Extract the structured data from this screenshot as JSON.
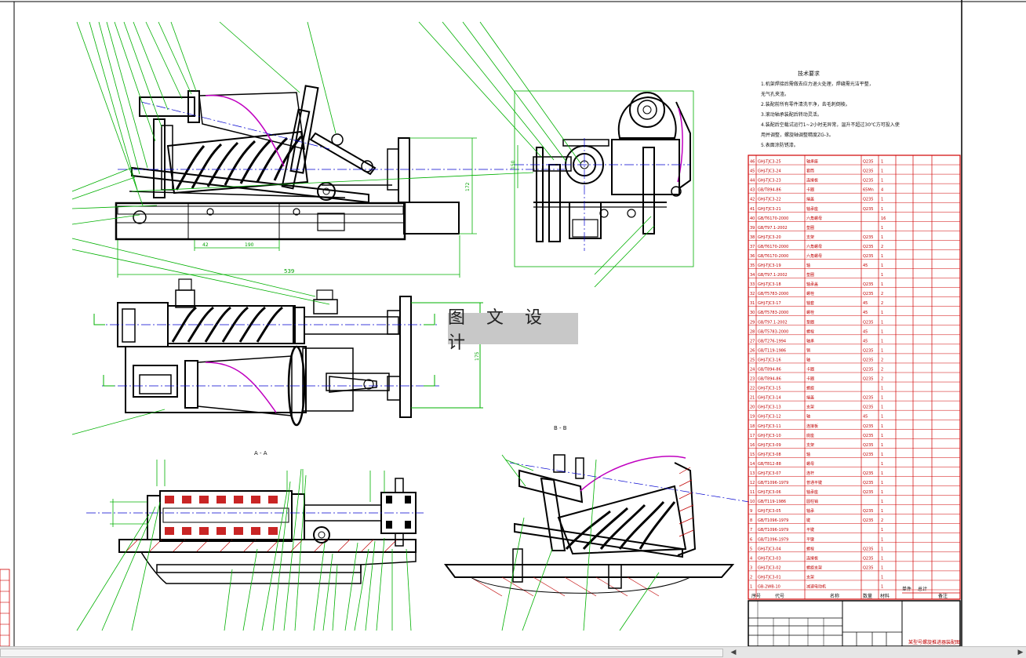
{
  "watermark": "图 文 设 计",
  "section_labels": [
    "A - A",
    "B - B"
  ],
  "notes": {
    "heading": "技术要求",
    "lines": [
      "1.机架焊接后需做去应力退火处理，焊缝需光洁平整，",
      "无气孔夹渣。",
      "2.装配前所有零件清洗干净，去毛刺倒棱。",
      "3.滚动轴承装配后转动灵活。",
      "4.装配后空载试运行1~2小时无异常，温升不超过30℃方可投入使",
      "用并调整，螺旋轴调整精度ZG-3。",
      "5.表面涂防锈漆。"
    ]
  },
  "dimensions": {
    "overall_length": "539",
    "d42": "42",
    "d190": "190",
    "height_right": "172",
    "plan_height": "175",
    "side_small": "150"
  },
  "bom_rows": [
    [
      "46",
      "GHJ-TJC3-25",
      "轴承座",
      "Q235",
      "1"
    ],
    [
      "45",
      "GHJ-TJC3-24",
      "套筒",
      "Q235",
      "1"
    ],
    [
      "44",
      "GHJ-TJC3-23",
      "连接板",
      "Q235",
      "1"
    ],
    [
      "43",
      "GB/T894-86",
      "卡圈",
      "65Mn",
      "4"
    ],
    [
      "42",
      "GHJ-TJC3-22",
      "端盖",
      "Q235",
      "1"
    ],
    [
      "41",
      "GHJ-TJC3-21",
      "轴承座",
      "Q235",
      "1"
    ],
    [
      "40",
      "GB/T6170-2000",
      "六角螺母",
      "",
      "16"
    ],
    [
      "39",
      "GB/T97.1-2002",
      "垫圈",
      "",
      "1"
    ],
    [
      "38",
      "GHJ-TJC3-20",
      "支架",
      "Q235",
      "1"
    ],
    [
      "37",
      "GB/T6170-2000",
      "六角螺母",
      "Q235",
      "2"
    ],
    [
      "36",
      "GB/T6170-2000",
      "六角螺母",
      "Q235",
      "1"
    ],
    [
      "35",
      "GHJ-TJC3-19",
      "轴",
      "45",
      "1"
    ],
    [
      "34",
      "GB/T97.1-2002",
      "垫圈",
      "",
      "1"
    ],
    [
      "33",
      "GHJ-TJC3-18",
      "轴承盖",
      "Q235",
      "1"
    ],
    [
      "32",
      "GB/T5783-2000",
      "螺栓",
      "Q235",
      "2"
    ],
    [
      "31",
      "GHJ-TJC3-17",
      "轴套",
      "45",
      "2"
    ],
    [
      "30",
      "GB/T5783-2000",
      "螺栓",
      "45",
      "1"
    ],
    [
      "29",
      "GB/T97.1-2002",
      "垫圈",
      "Q235",
      "1"
    ],
    [
      "28",
      "GB/T5783-2000",
      "螺栓",
      "45",
      "1"
    ],
    [
      "27",
      "GB/T276-1994",
      "轴承",
      "45",
      "1"
    ],
    [
      "26",
      "GB/T119-1986",
      "销",
      "Q235",
      "1"
    ],
    [
      "25",
      "GHJ-TJC3-16",
      "轴",
      "Q235",
      "2"
    ],
    [
      "24",
      "GB/T894-86",
      "卡圈",
      "Q235",
      "2"
    ],
    [
      "23",
      "GB/T894-86",
      "卡圈",
      "Q235",
      "2"
    ],
    [
      "22",
      "GHJ-TJC3-15",
      "螺旋",
      "",
      "1"
    ],
    [
      "21",
      "GHJ-TJC3-14",
      "端盖",
      "Q235",
      "1"
    ],
    [
      "20",
      "GHJ-TJC3-13",
      "支架",
      "Q235",
      "1"
    ],
    [
      "19",
      "GHJ-TJC3-12",
      "轴",
      "45",
      "1"
    ],
    [
      "18",
      "GHJ-TJC3-11",
      "连接板",
      "Q235",
      "1"
    ],
    [
      "17",
      "GHJ-TJC3-10",
      "底座",
      "Q235",
      "1"
    ],
    [
      "16",
      "GHJ-TJC3-09",
      "支架",
      "Q235",
      "1"
    ],
    [
      "15",
      "GHJ-TJC3-08",
      "轴",
      "Q235",
      "1"
    ],
    [
      "14",
      "GB/T812-88",
      "螺母",
      "",
      "1"
    ],
    [
      "13",
      "GHJ-TJC3-07",
      "连杆",
      "Q235",
      "1"
    ],
    [
      "12",
      "GB/T1096-1979",
      "普通平键",
      "Q235",
      "1"
    ],
    [
      "11",
      "GHJ-TJC3-06",
      "轴承座",
      "Q235",
      "1"
    ],
    [
      "10",
      "GB/T119-1986",
      "圆柱销",
      "",
      "1"
    ],
    [
      "9",
      "GHJ-TJC3-05",
      "轴承",
      "Q235",
      "1"
    ],
    [
      "8",
      "GB/T1096-1979",
      "键",
      "Q235",
      "2"
    ],
    [
      "7",
      "GB/T1096-1979",
      "平键",
      "",
      "1"
    ],
    [
      "6",
      "GB/T1096-1979",
      "平键",
      "",
      "1"
    ],
    [
      "5",
      "GHJ-TJC3-04",
      "螺栓",
      "Q235",
      "1"
    ],
    [
      "4",
      "GHJ-TJC3-03",
      "连接板",
      "Q235",
      "1"
    ],
    [
      "3",
      "GHJ-TJC3-02",
      "螺旋支架",
      "Q235",
      "1"
    ],
    [
      "2",
      "GHJ-TJC3-01",
      "支架",
      "",
      "1"
    ],
    [
      "1",
      "GB-2WB-10",
      "减速电动机",
      "",
      "1"
    ]
  ],
  "bom_header": [
    "序号",
    "代号",
    "名称",
    "数量",
    "材料",
    "单件",
    "总计",
    "备注"
  ],
  "title_block": {
    "drawing_name": "某型号螺旋推进器装配图"
  },
  "colors": {
    "outline": "#000000",
    "leader": "#00a000",
    "table": "#d00000",
    "profile": "#c000c0",
    "hatch": "#c00000",
    "center": "#0000d0",
    "dimension": "#00b000"
  }
}
